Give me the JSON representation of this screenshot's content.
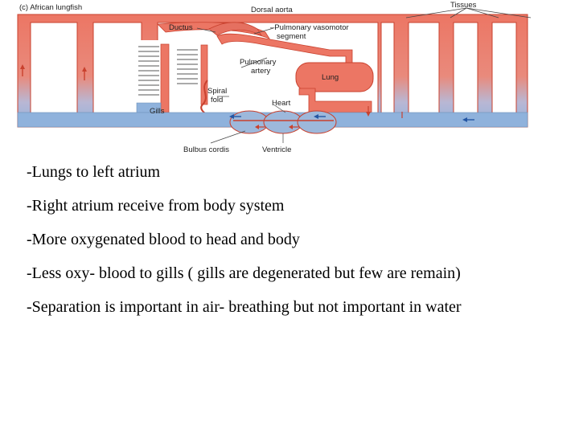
{
  "diagram": {
    "labels": {
      "title": "(c) African lungfish",
      "dorsal_aorta": "Dorsal aorta",
      "tissues": "Tissues",
      "ductus": "Ductus",
      "pulmonary_vasomotor": "–Pulmonary vasomotor",
      "segment": "segment",
      "pulmonary": "Pulmonary",
      "artery": "artery",
      "lung": "Lung",
      "spiral": "Spiral",
      "fold": "fold",
      "heart": "Heart",
      "gills": "Gills",
      "bulbus_cordis": "Bulbus cordis",
      "ventricle": "Ventricle"
    },
    "colors": {
      "oxygenated": "#ec7664",
      "deoxygenated": "#8fb2dc",
      "outline": "#c9412e"
    }
  },
  "bullets": [
    "-Lungs to left atrium",
    "-Right atrium receive from body system",
    "-More oxygenated blood to head and body",
    "-Less oxy- blood to gills ( gills are degenerated but few are remain)",
    "-Separation is important in air- breathing but not important in water"
  ]
}
